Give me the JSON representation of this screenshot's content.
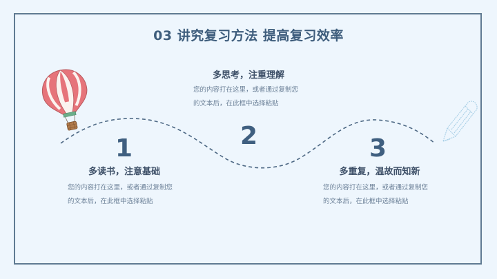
{
  "slide": {
    "title": "03 讲究复习方法 提高复习效率",
    "colors": {
      "background": "#eef6fd",
      "frame": "#5f7a92",
      "title": "#3e5d7c",
      "number": "#3f5f80",
      "heading": "#3e5068",
      "body": "#6a7f96",
      "balloon": "#e6747a"
    },
    "steps": [
      {
        "number": "1",
        "heading": "多读书，注意基础",
        "body_line1": "您的内容打在这里，或者通过复制您",
        "body_line2": "的文本后，在此框中选择粘贴"
      },
      {
        "number": "2",
        "heading": "多思考，注重理解",
        "body_line1": "您的内容打在这里，或者通过复制您",
        "body_line2": "的文本后，在此框中选择粘贴"
      },
      {
        "number": "3",
        "heading": "多重复，温故而知新",
        "body_line1": "您的内容打在这里，或者通过复制您",
        "body_line2": "的文本后，在此框中选择粘贴"
      }
    ],
    "icons": {
      "balloon": "hot-air-balloon-icon",
      "pencil": "pencil-icon"
    }
  }
}
